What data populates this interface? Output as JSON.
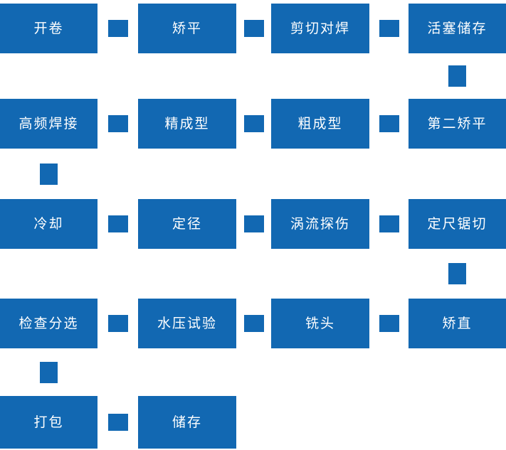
{
  "colors": {
    "box_blue": "#1268b2",
    "label_text": "#ffffff",
    "background": "#ffffff"
  },
  "flowchart": {
    "type": "process-flow",
    "nodes": [
      {
        "id": "kaijuan",
        "label": "开卷",
        "row": 1,
        "col": 1
      },
      {
        "id": "jiaoping",
        "label": "矫平",
        "row": 1,
        "col": 2
      },
      {
        "id": "jianqie-duihan",
        "label": "剪切对焊",
        "row": 1,
        "col": 3
      },
      {
        "id": "huosai-chucun",
        "label": "活塞储存",
        "row": 1,
        "col": 4
      },
      {
        "id": "gaopin-hanjie",
        "label": "高频焊接",
        "row": 2,
        "col": 1
      },
      {
        "id": "jingchengxing",
        "label": "精成型",
        "row": 2,
        "col": 2
      },
      {
        "id": "cuchengxing",
        "label": "粗成型",
        "row": 2,
        "col": 3
      },
      {
        "id": "dier-jiaoping",
        "label": "第二矫平",
        "row": 2,
        "col": 4
      },
      {
        "id": "lengque",
        "label": "冷却",
        "row": 3,
        "col": 1
      },
      {
        "id": "dingjing",
        "label": "定径",
        "row": 3,
        "col": 2
      },
      {
        "id": "woliu-tanshang",
        "label": "涡流探伤",
        "row": 3,
        "col": 3
      },
      {
        "id": "dingchi-juqie",
        "label": "定尺锯切",
        "row": 3,
        "col": 4
      },
      {
        "id": "jiancha-fenxuan",
        "label": "检查分选",
        "row": 4,
        "col": 1
      },
      {
        "id": "shuiya-shiyan",
        "label": "水压试验",
        "row": 4,
        "col": 2
      },
      {
        "id": "xitou",
        "label": "铣头",
        "row": 4,
        "col": 3
      },
      {
        "id": "jiaozhi",
        "label": "矫直",
        "row": 4,
        "col": 4
      },
      {
        "id": "dabao",
        "label": "打包",
        "row": 5,
        "col": 1
      },
      {
        "id": "chucun",
        "label": "储存",
        "row": 5,
        "col": 2
      }
    ],
    "connectors": [
      {
        "type": "horizontal",
        "row": 1,
        "from_col": 1,
        "to_col": 2
      },
      {
        "type": "horizontal",
        "row": 1,
        "from_col": 2,
        "to_col": 3
      },
      {
        "type": "horizontal",
        "row": 1,
        "from_col": 3,
        "to_col": 4
      },
      {
        "type": "vertical",
        "col": 4,
        "from_row": 1,
        "to_row": 2
      },
      {
        "type": "horizontal",
        "row": 2,
        "from_col": 1,
        "to_col": 2
      },
      {
        "type": "horizontal",
        "row": 2,
        "from_col": 2,
        "to_col": 3
      },
      {
        "type": "horizontal",
        "row": 2,
        "from_col": 3,
        "to_col": 4
      },
      {
        "type": "vertical",
        "col": 1,
        "from_row": 2,
        "to_row": 3
      },
      {
        "type": "horizontal",
        "row": 3,
        "from_col": 1,
        "to_col": 2
      },
      {
        "type": "horizontal",
        "row": 3,
        "from_col": 2,
        "to_col": 3
      },
      {
        "type": "horizontal",
        "row": 3,
        "from_col": 3,
        "to_col": 4
      },
      {
        "type": "vertical",
        "col": 4,
        "from_row": 3,
        "to_row": 4
      },
      {
        "type": "horizontal",
        "row": 4,
        "from_col": 1,
        "to_col": 2
      },
      {
        "type": "horizontal",
        "row": 4,
        "from_col": 2,
        "to_col": 3
      },
      {
        "type": "horizontal",
        "row": 4,
        "from_col": 3,
        "to_col": 4
      },
      {
        "type": "vertical",
        "col": 1,
        "from_row": 4,
        "to_row": 5
      },
      {
        "type": "horizontal",
        "row": 5,
        "from_col": 1,
        "to_col": 2
      }
    ]
  }
}
